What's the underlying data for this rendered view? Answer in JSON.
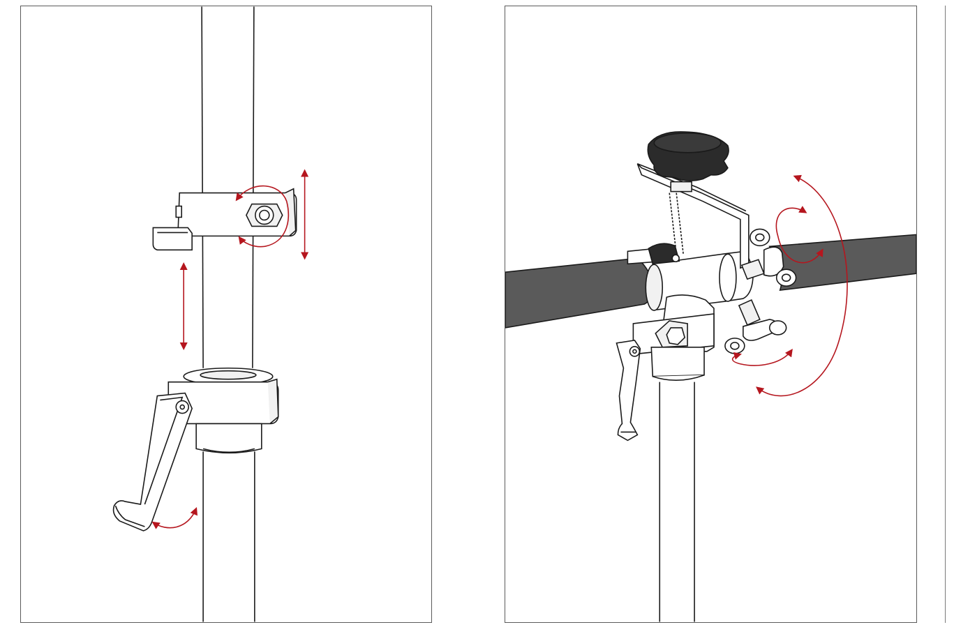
{
  "panels": [
    {
      "id": "stand-height-adjustment"
    },
    {
      "id": "crossbar-clamp-adjustment"
    }
  ],
  "colors": {
    "line": "#1a1a1a",
    "fill": "#ffffff",
    "shade": "#f1f1f1",
    "knob": "#2b2b2b",
    "crossbar": "#5a5a5a",
    "arrow": "#b5161e",
    "frame": "#5a5a5a"
  },
  "icons": {
    "arrow": "double-headed-motion-arrow",
    "lever": "quick-release-lever-icon",
    "knob": "star-knob-icon",
    "wingnut": "wing-nut-icon"
  }
}
